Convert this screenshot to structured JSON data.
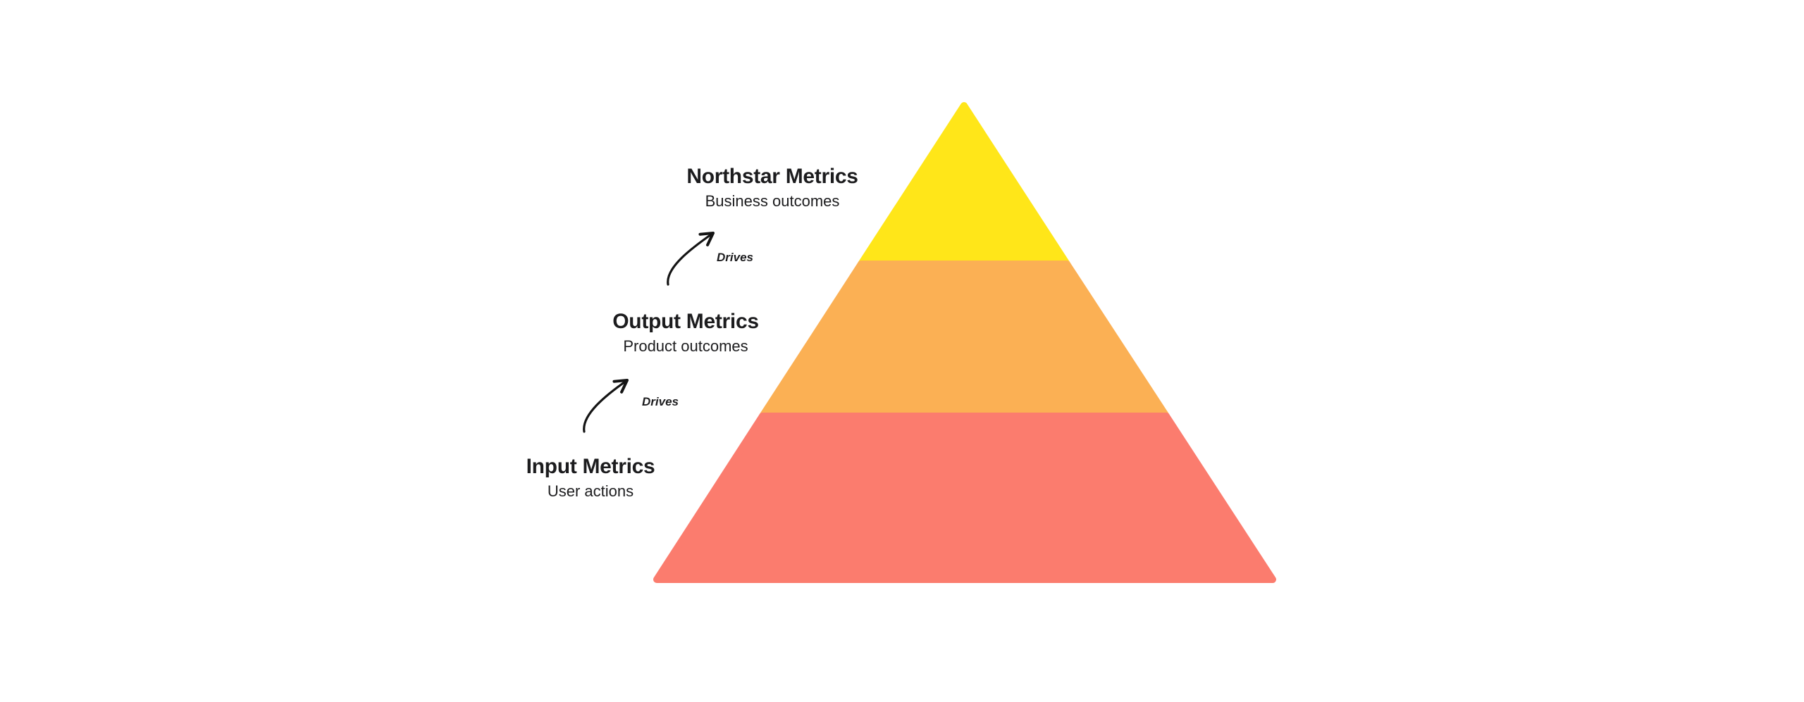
{
  "diagram": {
    "layers": [
      {
        "name": "northstar",
        "label": "Northstar Metrics",
        "sublabel": "Business outcomes",
        "color": "#FFE619"
      },
      {
        "name": "output",
        "label": "Output Metrics",
        "sublabel": "Product outcomes",
        "color": "#FBB054"
      },
      {
        "name": "input",
        "label": "Input Metrics",
        "sublabel": "User actions",
        "color": "#FB7C6E"
      }
    ],
    "connectors": [
      {
        "label": "Drives"
      },
      {
        "label": "Drives"
      }
    ]
  }
}
